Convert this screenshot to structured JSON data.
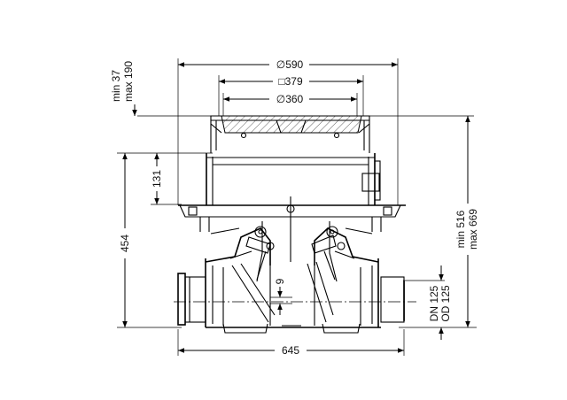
{
  "drawing": {
    "dimensions": {
      "top_outer": "∅590",
      "top_square": "□379",
      "top_inner": "∅360",
      "top_offset_min": "min 37",
      "top_offset_max": "max 190",
      "collar_height": "131",
      "body_height": "454",
      "total_height_min": "min 516",
      "total_height_max": "max 669",
      "pipe_dn": "DN 125",
      "pipe_od": "OD 125",
      "step": "9",
      "overall_length": "645"
    }
  }
}
